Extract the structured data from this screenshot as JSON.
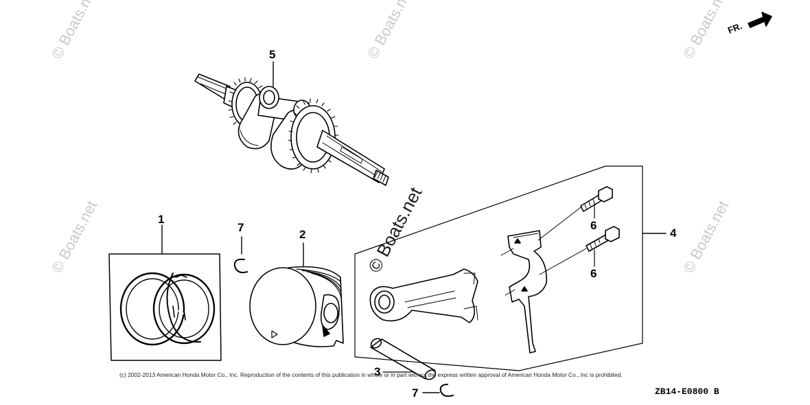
{
  "callouts": {
    "piston_ring_set": "1",
    "piston": "2",
    "piston_pin": "3",
    "connecting_rod": "4",
    "crankshaft": "5",
    "rod_bolt_upper": "6",
    "rod_bolt_lower": "6",
    "pin_clip_left": "7",
    "pin_clip_bottom": "7"
  },
  "direction_label": "FR.",
  "watermarks": {
    "text": "© Boats.net"
  },
  "copyright": "(c) 2002-2013 American Honda Motor Co., Inc. Reproduction of the contents of this publication in whole or in part without the express written approval of American Honda Motor Co., Inc is prohibited.",
  "diagram_code": "ZB14-E0800 B",
  "colors": {
    "line": "#000000",
    "watermark": "#c9c9c9",
    "background": "#ffffff"
  }
}
